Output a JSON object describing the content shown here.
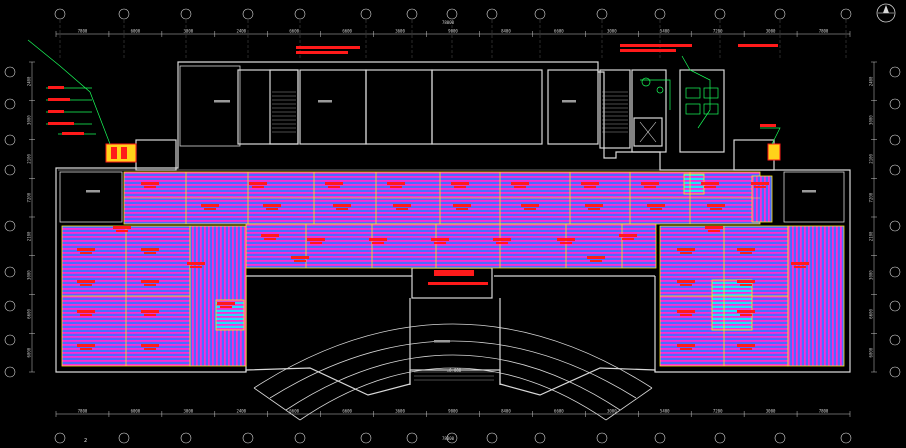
{
  "drawing": {
    "colors": {
      "background": "#000000",
      "wall": "#d8d8d8",
      "axis": "#c8c8c8",
      "heat_blue": "#4d6bff",
      "heat_magenta": "#ff2ad4",
      "heat_cyan": "#1fe0ff",
      "pipe_yellow": "#ffe81a",
      "label_red": "#ff1a1a",
      "label_green": "#19ff5a"
    },
    "icon": "compass-north-icon",
    "top_dims": [
      "7800",
      "6000",
      "3000",
      "2400",
      "6600",
      "6600",
      "3600",
      "9000",
      "8400",
      "6600",
      "3000",
      "5400",
      "7200",
      "3000",
      "7800"
    ],
    "top_overall": "78000",
    "bottom_dims": [
      "7800",
      "6000",
      "3000",
      "2400",
      "6600",
      "6600",
      "3600",
      "9000",
      "8400",
      "6600",
      "3000",
      "5400",
      "7200",
      "3000",
      "7800"
    ],
    "bottom_overall": "78000",
    "left_dims": [
      "2400",
      "3000",
      "2100",
      "7200",
      "2100",
      "3000",
      "6600",
      "6000"
    ],
    "right_dims": [
      "2400",
      "3000",
      "2100",
      "7200",
      "2100",
      "3000",
      "6600",
      "6000"
    ],
    "legend_green": [
      "—",
      "—",
      "—",
      "—",
      "—"
    ],
    "small_figure_no": "2",
    "elevation_mark": "±0.000"
  }
}
